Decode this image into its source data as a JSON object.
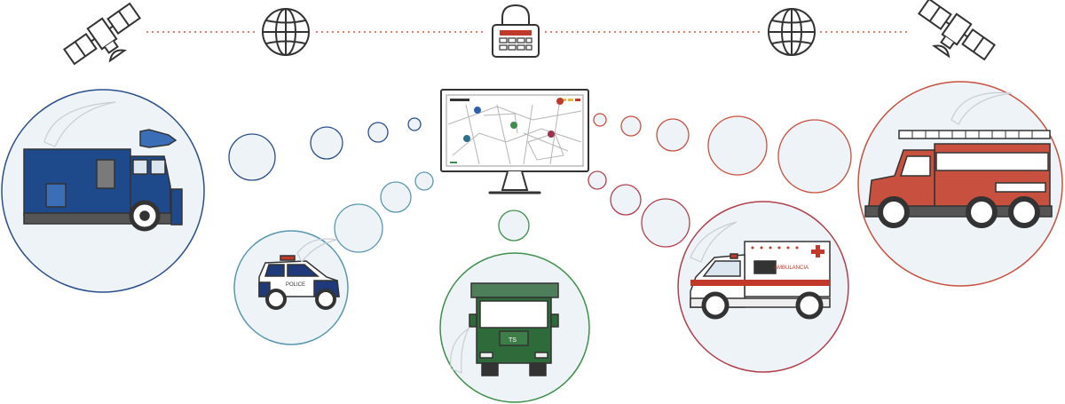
{
  "labels": {
    "police": "POLICE",
    "ambulance": "AMBULANCIA",
    "truck_badge": "TS"
  },
  "colors": {
    "link_line": "#d9553f",
    "blue": "#1e4a8c",
    "teal": "#5a98b0",
    "green": "#3f8f4a",
    "crimson": "#b0404c",
    "red": "#c8503e",
    "dark": "#333333",
    "bubble_fill": "#eef3f8"
  },
  "icons": [
    "satellite-icon",
    "globe-icon",
    "padlock-icon",
    "monitor-map-icon"
  ]
}
